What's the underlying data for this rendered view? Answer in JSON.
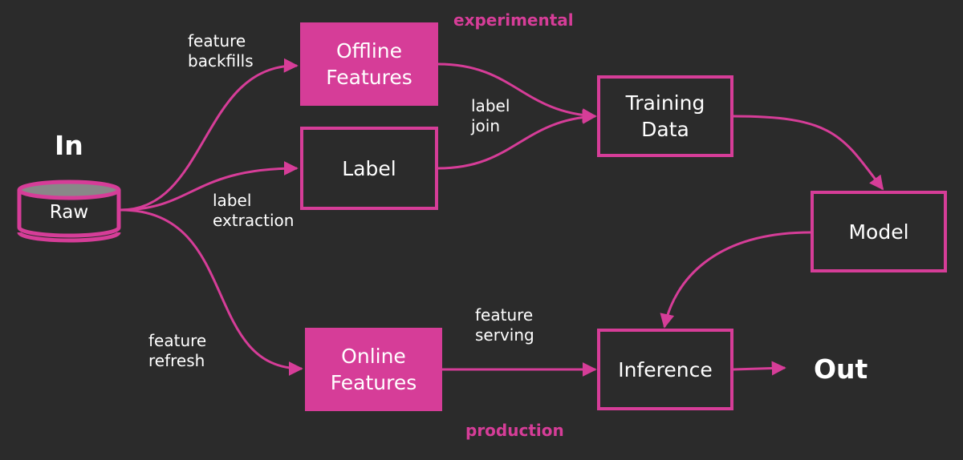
{
  "colors": {
    "background": "#2b2b2b",
    "accent": "#d63d98",
    "text": "#ffffff",
    "db_top": "#888888"
  },
  "headings": {
    "in": "In",
    "out": "Out"
  },
  "tags": {
    "experimental": "experimental",
    "production": "production"
  },
  "source": {
    "label": "Raw"
  },
  "nodes": {
    "offline_features": "Offline\nFeatures",
    "label": "Label",
    "training_data": "Training\nData",
    "model": "Model",
    "online_features": "Online\nFeatures",
    "inference": "Inference"
  },
  "edge_labels": {
    "feature_backfills": "feature\nbackfills",
    "label_extraction": "label\nextraction",
    "label_join": "label\njoin",
    "feature_refresh": "feature\nrefresh",
    "feature_serving": "feature\nserving"
  }
}
